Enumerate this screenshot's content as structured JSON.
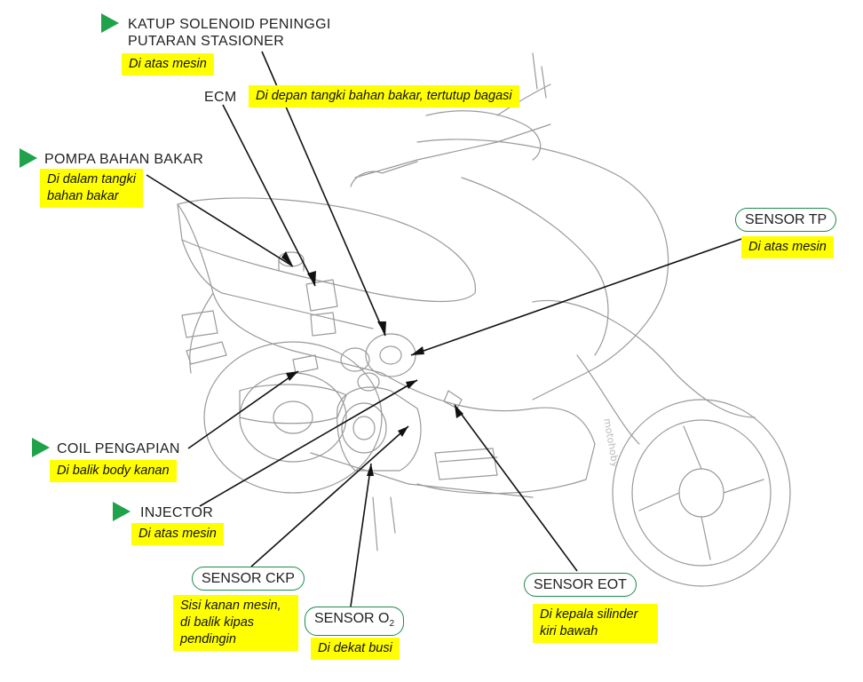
{
  "labels": {
    "katup": "KATUP SOLENOID PENINGGI",
    "katup_line2": "PUTARAN STASIONER",
    "ecm": "ECM",
    "pompa": "POMPA BAHAN BAKAR",
    "coil": "COIL PENGAPIAN",
    "injector": "INJECTOR",
    "sensor_tp": "SENSOR TP",
    "sensor_ckp": "SENSOR CKP",
    "sensor_o2": "SENSOR O",
    "sensor_o2_sub": "2",
    "sensor_eot": "SENSOR EOT"
  },
  "notes": {
    "katup": "Di atas mesin",
    "ecm": "Di depan tangki bahan bakar, tertutup bagasi",
    "pompa_line1": "Di dalam tangki",
    "pompa_line2": "bahan bakar",
    "coil": "Di balik body kanan",
    "injector": "Di atas mesin",
    "sensor_tp": "Di atas mesin",
    "ckp_line1": "Sisi kanan mesin,",
    "ckp_line2": "di balik kipas",
    "ckp_line3": "pendingin",
    "o2": "Di dekat busi",
    "eot_line1": "Di kepala silinder",
    "eot_line2": "kiri bawah"
  },
  "watermark": "motohoby",
  "colors": {
    "note_bg": "#ffff00",
    "marker": "#1fa24a",
    "pill_border": "#1f8a4c",
    "line": "#111111"
  }
}
